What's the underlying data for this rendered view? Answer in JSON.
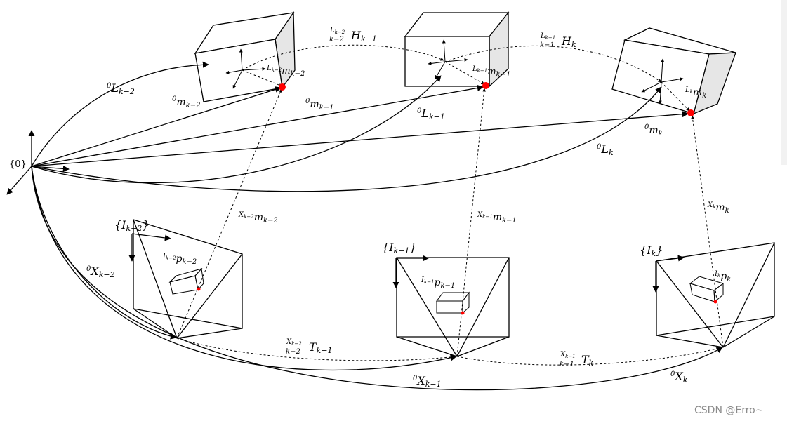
{
  "origin": {
    "label": "{0}"
  },
  "landmarks": [
    {
      "pose": {
        "sup": "0",
        "base": "L",
        "sub": "k−2"
      },
      "point": {
        "pre": "L",
        "presub": "k−2",
        "base": "m",
        "sub": "k−2"
      }
    },
    {
      "pose": {
        "sup": "0",
        "base": "L",
        "sub": "k−1"
      },
      "point": {
        "pre": "L",
        "presub": "k−1",
        "base": "m",
        "sub": "k−1"
      }
    },
    {
      "pose": {
        "sup": "0",
        "base": "L",
        "sub": "k"
      },
      "point": {
        "pre": "L",
        "presub": "k",
        "base": "m",
        "sub": "k"
      }
    }
  ],
  "world_points": [
    {
      "sup": "0",
      "base": "m",
      "sub": "k−2"
    },
    {
      "sup": "0",
      "base": "m",
      "sub": "k−1"
    },
    {
      "sup": "0",
      "base": "m",
      "sub": "k"
    }
  ],
  "motions": [
    {
      "top": "L",
      "topsub": "k−2",
      "bot": "k−2",
      "base": "H",
      "sub": "k−1"
    },
    {
      "top": "L",
      "topsub": "k−1",
      "bot": "k−1",
      "base": "H",
      "sub": "k"
    }
  ],
  "cameras": [
    {
      "frame": {
        "open": "{",
        "base": "I",
        "sub": "k−2",
        "close": "}"
      },
      "pose": {
        "sup": "0",
        "base": "X",
        "sub": "k−2"
      },
      "pixel": {
        "pre": "I",
        "presub": "k−2",
        "base": "p",
        "sub": "k−2"
      },
      "ray": {
        "pre": "X",
        "presub": "k−2",
        "base": "m",
        "sub": "k−2"
      }
    },
    {
      "frame": {
        "open": "{",
        "base": "I",
        "sub": "k−1",
        "close": "}"
      },
      "pose": {
        "sup": "0",
        "base": "X",
        "sub": "k−1"
      },
      "pixel": {
        "pre": "I",
        "presub": "k−1",
        "base": "p",
        "sub": "k−1"
      },
      "ray": {
        "pre": "X",
        "presub": "k−1",
        "base": "m",
        "sub": "k−1"
      }
    },
    {
      "frame": {
        "open": "{",
        "base": "I",
        "sub": "k",
        "close": "}"
      },
      "pose": {
        "sup": "0",
        "base": "X",
        "sub": "k"
      },
      "pixel": {
        "pre": "I",
        "presub": "k",
        "base": "p",
        "sub": "k"
      },
      "ray": {
        "pre": "X",
        "presub": "k",
        "base": "m",
        "sub": "k"
      }
    }
  ],
  "camera_motions": [
    {
      "top": "X",
      "topsub": "k−2",
      "bot": "k−2",
      "base": "T",
      "sub": "k−1"
    },
    {
      "top": "X",
      "topsub": "k−1",
      "bot": "k−1",
      "base": "T",
      "sub": "k"
    }
  ],
  "watermark": "CSDN @Erro~",
  "colors": {
    "point": "#ff0000",
    "box_side": "#e6e6e6",
    "ink": "#000000"
  }
}
